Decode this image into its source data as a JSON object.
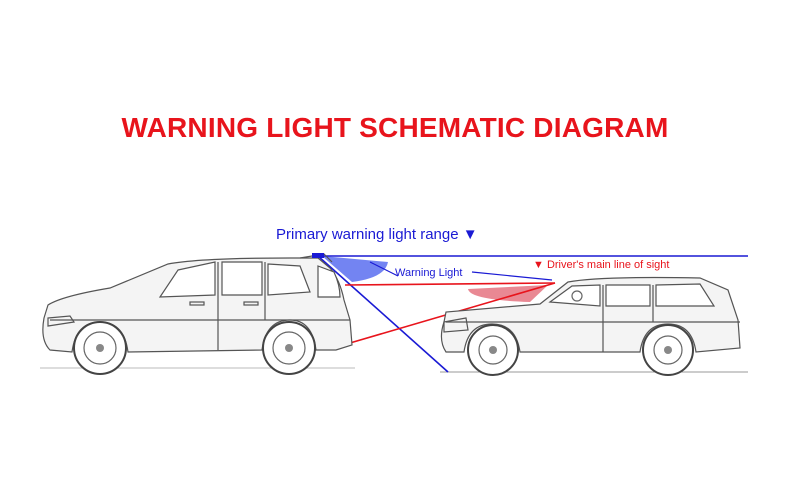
{
  "title": "WARNING LIGHT SCHEMATIC DIAGRAM",
  "labels": {
    "primary_range": "Primary warning light range ▼",
    "warning_light": "Warning Light",
    "drivers_sight": "▼ Driver's main line of sight"
  },
  "colors": {
    "title": "#e8141c",
    "blue": "#1a1ad4",
    "red": "#e8141c",
    "blue_fill": "#5a6ef0",
    "red_fill": "#e36a78"
  }
}
